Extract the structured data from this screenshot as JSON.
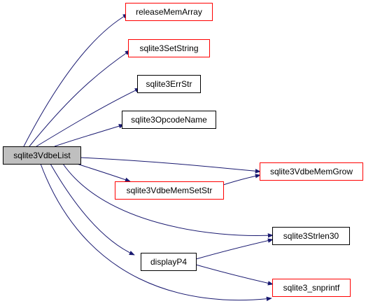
{
  "graph": {
    "colors": {
      "edge": "#191970",
      "node_border_default": "#000000",
      "node_border_red": "#ff0000",
      "root_fill": "#bfbfbf",
      "node_fill": "#ffffff"
    },
    "nodes": [
      {
        "id": "root",
        "label": "sqlite3VdbeList",
        "style": "root"
      },
      {
        "id": "releaseMemArray",
        "label": "releaseMemArray",
        "style": "red"
      },
      {
        "id": "sqlite3SetString",
        "label": "sqlite3SetString",
        "style": "red"
      },
      {
        "id": "sqlite3ErrStr",
        "label": "sqlite3ErrStr",
        "style": "black"
      },
      {
        "id": "sqlite3OpcodeName",
        "label": "sqlite3OpcodeName",
        "style": "black"
      },
      {
        "id": "sqlite3VdbeMemGrow",
        "label": "sqlite3VdbeMemGrow",
        "style": "red"
      },
      {
        "id": "sqlite3VdbeMemSetStr",
        "label": "sqlite3VdbeMemSetStr",
        "style": "red"
      },
      {
        "id": "sqlite3Strlen30",
        "label": "sqlite3Strlen30",
        "style": "black"
      },
      {
        "id": "displayP4",
        "label": "displayP4",
        "style": "black"
      },
      {
        "id": "sqlite3_snprintf",
        "label": "sqlite3_snprintf",
        "style": "red"
      }
    ],
    "edges": [
      {
        "from": "root",
        "to": "releaseMemArray"
      },
      {
        "from": "root",
        "to": "sqlite3SetString"
      },
      {
        "from": "root",
        "to": "sqlite3ErrStr"
      },
      {
        "from": "root",
        "to": "sqlite3OpcodeName"
      },
      {
        "from": "root",
        "to": "sqlite3VdbeMemGrow"
      },
      {
        "from": "root",
        "to": "sqlite3VdbeMemSetStr"
      },
      {
        "from": "root",
        "to": "sqlite3Strlen30"
      },
      {
        "from": "root",
        "to": "displayP4"
      },
      {
        "from": "root",
        "to": "sqlite3_snprintf"
      },
      {
        "from": "sqlite3VdbeMemSetStr",
        "to": "sqlite3VdbeMemGrow"
      },
      {
        "from": "displayP4",
        "to": "sqlite3Strlen30"
      },
      {
        "from": "displayP4",
        "to": "sqlite3_snprintf"
      }
    ]
  }
}
